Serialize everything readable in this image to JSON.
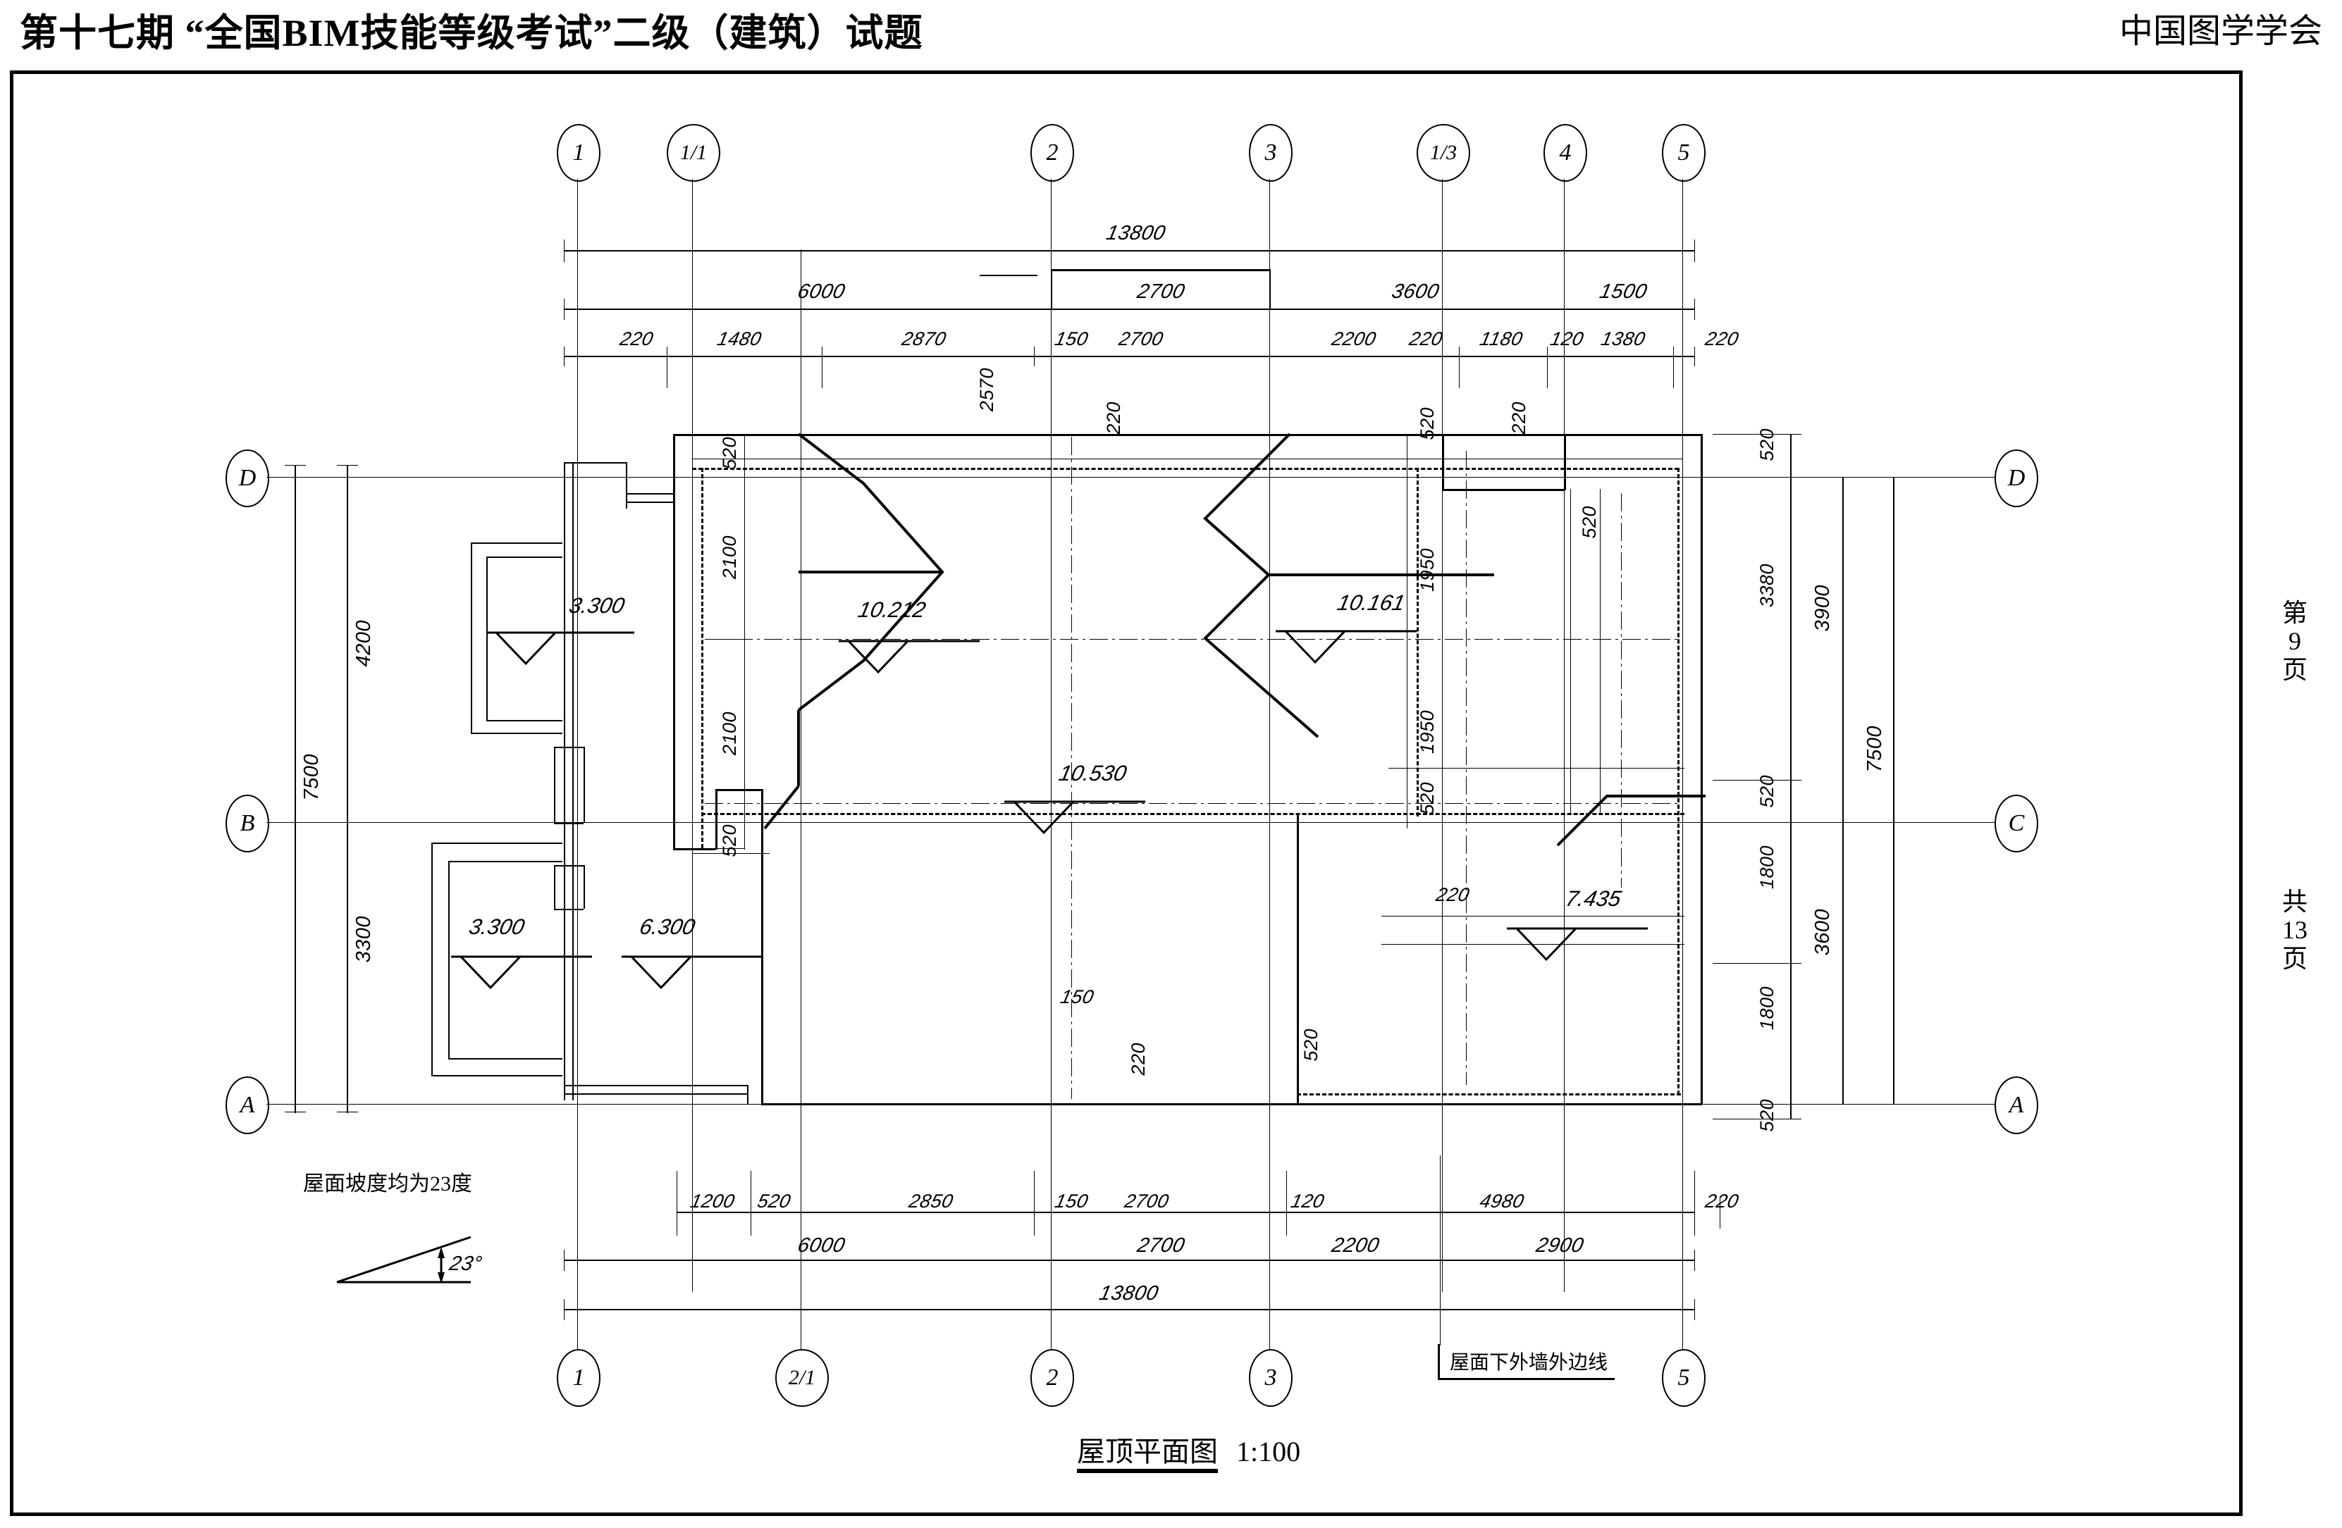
{
  "header": {
    "title": "第十七期 “全国BIM技能等级考试”二级（建筑）试题",
    "org": "中国图学学会"
  },
  "page_marker": {
    "current_line1": "第",
    "current_line2": "9",
    "current_line3": "页",
    "total_line1": "共",
    "total_line2": "13",
    "total_line3": "页"
  },
  "drawing": {
    "title_cn": "屋顶平面图",
    "scale": "1:100",
    "slope_note": "屋面坡度均为23度",
    "slope_angle": "23°",
    "wall_callout": "屋面下外墙外边线"
  },
  "grids": {
    "top": [
      "1",
      "1/1",
      "2",
      "3",
      "1/3",
      "4",
      "5"
    ],
    "bottom": [
      "1",
      "2/1",
      "2",
      "3",
      "5"
    ],
    "left": [
      "D",
      "B",
      "A"
    ],
    "right": [
      "D",
      "C",
      "A"
    ]
  },
  "dimensions": {
    "top_overall": "13800",
    "top_chain2": [
      "6000",
      "2700",
      "3600",
      "1500"
    ],
    "top_chain3": [
      "220",
      "1480",
      "2870",
      "150",
      "2700",
      "2200",
      "220",
      "1180",
      "120",
      "1380",
      "220"
    ],
    "bottom_overall": "13800",
    "bottom_chain2": [
      "6000",
      "2700",
      "2200",
      "2900"
    ],
    "bottom_chain3": [
      "1200",
      "520",
      "2850",
      "150",
      "2700",
      "120",
      "4980",
      "220"
    ],
    "left_chain": [
      "4200",
      "3300"
    ],
    "left_overall": "7500",
    "right_chain_inner": [
      "520",
      "3380",
      "520",
      "1800",
      "1800",
      "520"
    ],
    "right_chain_mid": [
      "3900",
      "3600"
    ],
    "right_overall": "7500",
    "interior": {
      "d520_a": "520",
      "d2100_a": "2100",
      "d2100_b": "2100",
      "d520_b": "520",
      "d2570": "2570",
      "d220_top_a": "220",
      "d220_top_b": "220",
      "d520_c": "520",
      "d1950_a": "1950",
      "d1950_b": "1950",
      "d520_d": "520",
      "d520_e": "520",
      "d150": "150",
      "d220_left": "220",
      "d220_mid": "220",
      "d520_f": "520",
      "d220_right": "220"
    }
  },
  "elevations": [
    {
      "value": "3.300",
      "id": "elev-3300-upper"
    },
    {
      "value": "3.300",
      "id": "elev-3300-lower"
    },
    {
      "value": "6.300",
      "id": "elev-6300"
    },
    {
      "value": "10.212",
      "id": "elev-10212"
    },
    {
      "value": "10.161",
      "id": "elev-10161"
    },
    {
      "value": "10.530",
      "id": "elev-10530"
    },
    {
      "value": "7.435",
      "id": "elev-7435"
    }
  ],
  "colors": {
    "ink": "#000000",
    "paper": "#ffffff"
  }
}
